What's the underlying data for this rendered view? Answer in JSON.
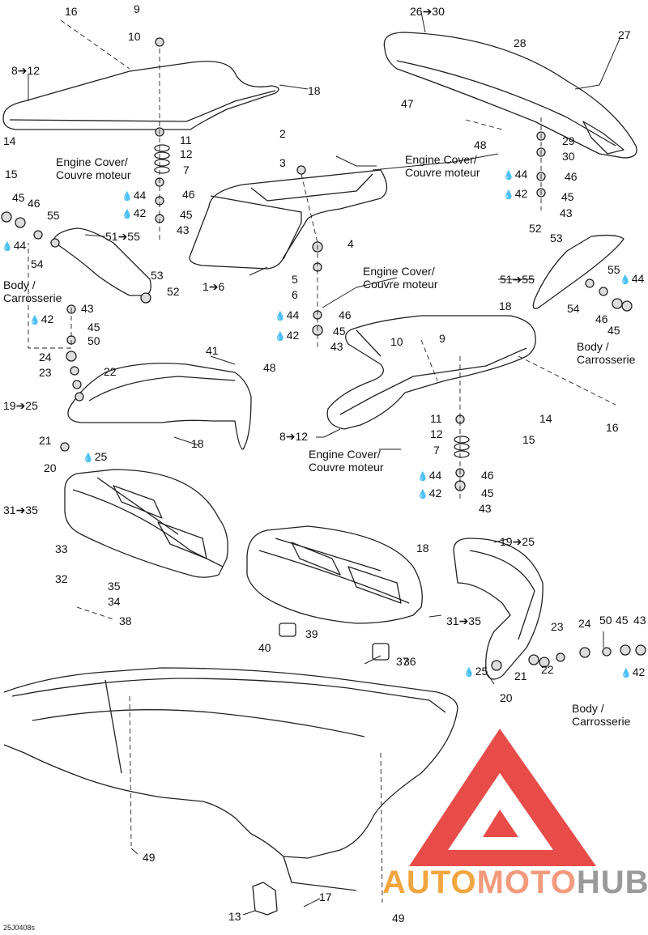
{
  "callouts": [
    {
      "id": "c16a",
      "text": "16"
    },
    {
      "id": "c9a",
      "text": "9"
    },
    {
      "id": "c10a",
      "text": "10"
    },
    {
      "id": "c8_12a",
      "text": "8➔12"
    },
    {
      "id": "c18a",
      "text": "18"
    },
    {
      "id": "c11a",
      "text": "11"
    },
    {
      "id": "c12a",
      "text": "12"
    },
    {
      "id": "c7a",
      "text": "7"
    },
    {
      "id": "c14a",
      "text": "14"
    },
    {
      "id": "c15a",
      "text": "15"
    },
    {
      "id": "c44a",
      "text": "44"
    },
    {
      "id": "c46a",
      "text": "46"
    },
    {
      "id": "c42a",
      "text": "42"
    },
    {
      "id": "c45a",
      "text": "45"
    },
    {
      "id": "c43a",
      "text": "43"
    },
    {
      "id": "c45b",
      "text": "45"
    },
    {
      "id": "c46b",
      "text": "46"
    },
    {
      "id": "c55a",
      "text": "55"
    },
    {
      "id": "c44b",
      "text": "44"
    },
    {
      "id": "c54a",
      "text": "54"
    },
    {
      "id": "c51_55a",
      "text": "51➔55"
    },
    {
      "id": "c53a",
      "text": "53"
    },
    {
      "id": "c52a",
      "text": "52"
    },
    {
      "id": "c43b",
      "text": "43"
    },
    {
      "id": "c42b",
      "text": "42"
    },
    {
      "id": "c45c",
      "text": "45"
    },
    {
      "id": "c50a",
      "text": "50"
    },
    {
      "id": "c24a",
      "text": "24"
    },
    {
      "id": "c23a",
      "text": "23"
    },
    {
      "id": "c22a",
      "text": "22"
    },
    {
      "id": "c19_25a",
      "text": "19➔25"
    },
    {
      "id": "c21a",
      "text": "21"
    },
    {
      "id": "c20a",
      "text": "20"
    },
    {
      "id": "c25a",
      "text": "25"
    },
    {
      "id": "c41a",
      "text": "41"
    },
    {
      "id": "c48a",
      "text": "48"
    },
    {
      "id": "c18b",
      "text": "18"
    },
    {
      "id": "c2a",
      "text": "2"
    },
    {
      "id": "c3a",
      "text": "3"
    },
    {
      "id": "c1_6",
      "text": "1➔6"
    },
    {
      "id": "c4a",
      "text": "4"
    },
    {
      "id": "c5a",
      "text": "5"
    },
    {
      "id": "c6a",
      "text": "6"
    },
    {
      "id": "c46c",
      "text": "46"
    },
    {
      "id": "c44c",
      "text": "44"
    },
    {
      "id": "c45d",
      "text": "45"
    },
    {
      "id": "c42c",
      "text": "42"
    },
    {
      "id": "c43c",
      "text": "43"
    },
    {
      "id": "c26_30",
      "text": "26➔30"
    },
    {
      "id": "c28a",
      "text": "28"
    },
    {
      "id": "c27a",
      "text": "27"
    },
    {
      "id": "c47a",
      "text": "47"
    },
    {
      "id": "c48b",
      "text": "48"
    },
    {
      "id": "c29a",
      "text": "29"
    },
    {
      "id": "c30a",
      "text": "30"
    },
    {
      "id": "c44d",
      "text": "44"
    },
    {
      "id": "c46d",
      "text": "46"
    },
    {
      "id": "c42d",
      "text": "42"
    },
    {
      "id": "c45e",
      "text": "45"
    },
    {
      "id": "c43d",
      "text": "43"
    },
    {
      "id": "c52b",
      "text": "52"
    },
    {
      "id": "c53b",
      "text": "53"
    },
    {
      "id": "c51_55b",
      "text": "51➔55"
    },
    {
      "id": "c55b",
      "text": "55"
    },
    {
      "id": "c44e",
      "text": "44"
    },
    {
      "id": "c54b",
      "text": "54"
    },
    {
      "id": "c46e",
      "text": "46"
    },
    {
      "id": "c45f",
      "text": "45"
    },
    {
      "id": "c18c",
      "text": "18"
    },
    {
      "id": "c9b",
      "text": "9"
    },
    {
      "id": "c10b",
      "text": "10"
    },
    {
      "id": "c8_12b",
      "text": "8➔12"
    },
    {
      "id": "c14b",
      "text": "14"
    },
    {
      "id": "c16b",
      "text": "16"
    },
    {
      "id": "c15b",
      "text": "15"
    },
    {
      "id": "c11b",
      "text": "11"
    },
    {
      "id": "c12b",
      "text": "12"
    },
    {
      "id": "c7b",
      "text": "7"
    },
    {
      "id": "c46f",
      "text": "46"
    },
    {
      "id": "c44f",
      "text": "44"
    },
    {
      "id": "c45g",
      "text": "45"
    },
    {
      "id": "c42e",
      "text": "42"
    },
    {
      "id": "c43e",
      "text": "43"
    },
    {
      "id": "c31_35a",
      "text": "31➔35"
    },
    {
      "id": "c33a",
      "text": "33"
    },
    {
      "id": "c32a",
      "text": "32"
    },
    {
      "id": "c35a",
      "text": "35"
    },
    {
      "id": "c34a",
      "text": "34"
    },
    {
      "id": "c38a",
      "text": "38"
    },
    {
      "id": "c18d",
      "text": "18"
    },
    {
      "id": "c19_25b",
      "text": "19➔25"
    },
    {
      "id": "c31_35b",
      "text": "31➔35"
    },
    {
      "id": "c39a",
      "text": "39"
    },
    {
      "id": "c40a",
      "text": "40"
    },
    {
      "id": "c36a",
      "text": "36"
    },
    {
      "id": "c37a",
      "text": "37"
    },
    {
      "id": "c23b",
      "text": "23"
    },
    {
      "id": "c24b",
      "text": "24"
    },
    {
      "id": "c50b",
      "text": "50"
    },
    {
      "id": "c45h",
      "text": "45"
    },
    {
      "id": "c43f",
      "text": "43"
    },
    {
      "id": "c42f",
      "text": "42"
    },
    {
      "id": "c22b",
      "text": "22"
    },
    {
      "id": "c25b",
      "text": "25"
    },
    {
      "id": "c21b",
      "text": "21"
    },
    {
      "id": "c20b",
      "text": "20"
    },
    {
      "id": "c49a",
      "text": "49"
    },
    {
      "id": "c13a",
      "text": "13"
    },
    {
      "id": "c17a",
      "text": "17"
    },
    {
      "id": "c49b",
      "text": "49"
    }
  ],
  "notes": [
    {
      "id": "n1",
      "lines": [
        "Engine Cover/",
        "Couvre moteur"
      ]
    },
    {
      "id": "n2",
      "lines": [
        "Engine Cover/",
        "Couvre moteur"
      ]
    },
    {
      "id": "n3",
      "lines": [
        "Engine Cover/",
        "Couvre moteur"
      ]
    },
    {
      "id": "n4",
      "lines": [
        "Engine Cover/",
        "Couvre moteur"
      ]
    },
    {
      "id": "n5",
      "lines": [
        "Body /",
        "Carrosserie"
      ]
    },
    {
      "id": "n6",
      "lines": [
        "Body /",
        "Carrosserie"
      ]
    },
    {
      "id": "n7",
      "lines": [
        "Body /",
        "Carrosserie"
      ]
    }
  ],
  "lubricant_symbol": "💧",
  "drawing_code": "25J0408s",
  "watermark": {
    "part1": "AUTO",
    "part2": "MOTO",
    "part3": "HUB",
    "colors": {
      "red": "#e53935",
      "orange": "#f2a640",
      "salmon": "#f39a7c",
      "gray": "#9a9a9a"
    }
  }
}
